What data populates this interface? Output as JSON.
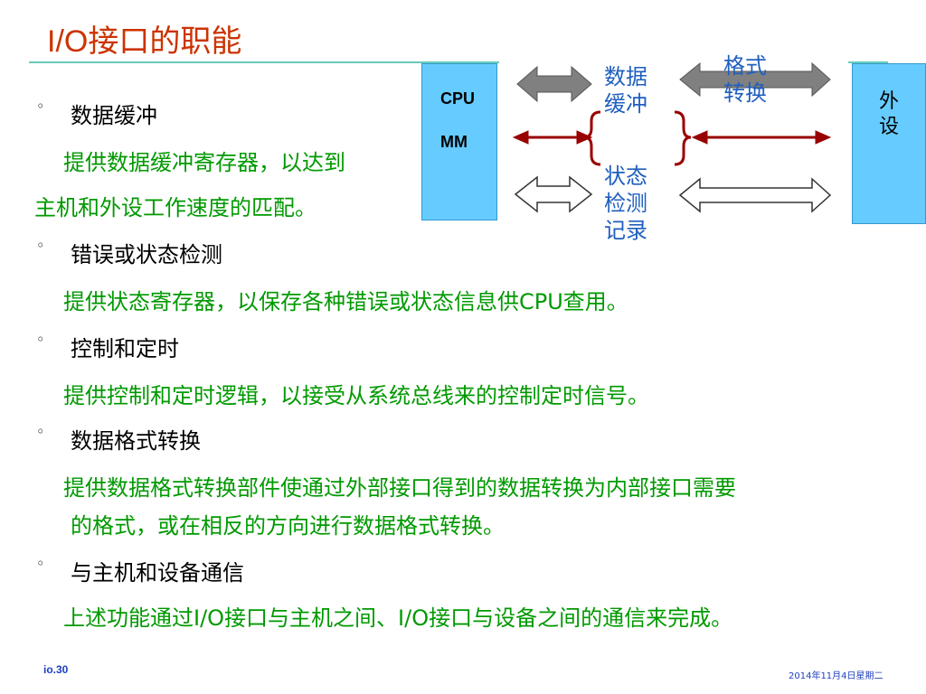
{
  "title": "I/O接口的职能",
  "bullets": [
    {
      "mark": "◦",
      "heading": "数据缓冲",
      "desc": [
        "提供数据缓冲寄存器，以达到",
        "主机和外设工作速度的匹配。"
      ]
    },
    {
      "mark": "◦",
      "heading": "错误或状态检测",
      "desc": [
        "提供状态寄存器，以保存各种错误或状态信息供CPU查用。"
      ]
    },
    {
      "mark": "◦",
      "heading": "控制和定时",
      "desc": [
        "提供控制和定时逻辑，以接受从系统总线来的控制定时信号。"
      ]
    },
    {
      "mark": "◦",
      "heading": "数据格式转换",
      "desc": [
        "提供数据格式转换部件使通过外部接口得到的数据转换为内部接口需要",
        "的格式，或在相反的方向进行数据格式转换。"
      ]
    },
    {
      "mark": "◦",
      "heading": "与主机和设备通信",
      "desc": [
        "上述功能通过I/O接口与主机之间、I/O接口与设备之间的通信来完成。"
      ]
    }
  ],
  "diagram": {
    "host_box": {
      "line1": "CPU",
      "line2": "MM"
    },
    "peripheral_box": {
      "line1": "外",
      "line2": "设"
    },
    "label_buffer": {
      "line1": "数据",
      "line2": "缓冲"
    },
    "label_format": {
      "line1": "格式",
      "line2": "转换"
    },
    "label_status": {
      "line1": "状态",
      "line2": "检测",
      "line3": "记录"
    }
  },
  "footer": {
    "page": "io.30",
    "date": "2014年11月4日星期二"
  },
  "colors": {
    "title": "#cc3300",
    "heading": "#000000",
    "desc": "#009900",
    "box": "#66ccff",
    "diagram_text": "#1f5fbf",
    "red_arrow": "#990000",
    "gray_arrow": "#808080"
  }
}
